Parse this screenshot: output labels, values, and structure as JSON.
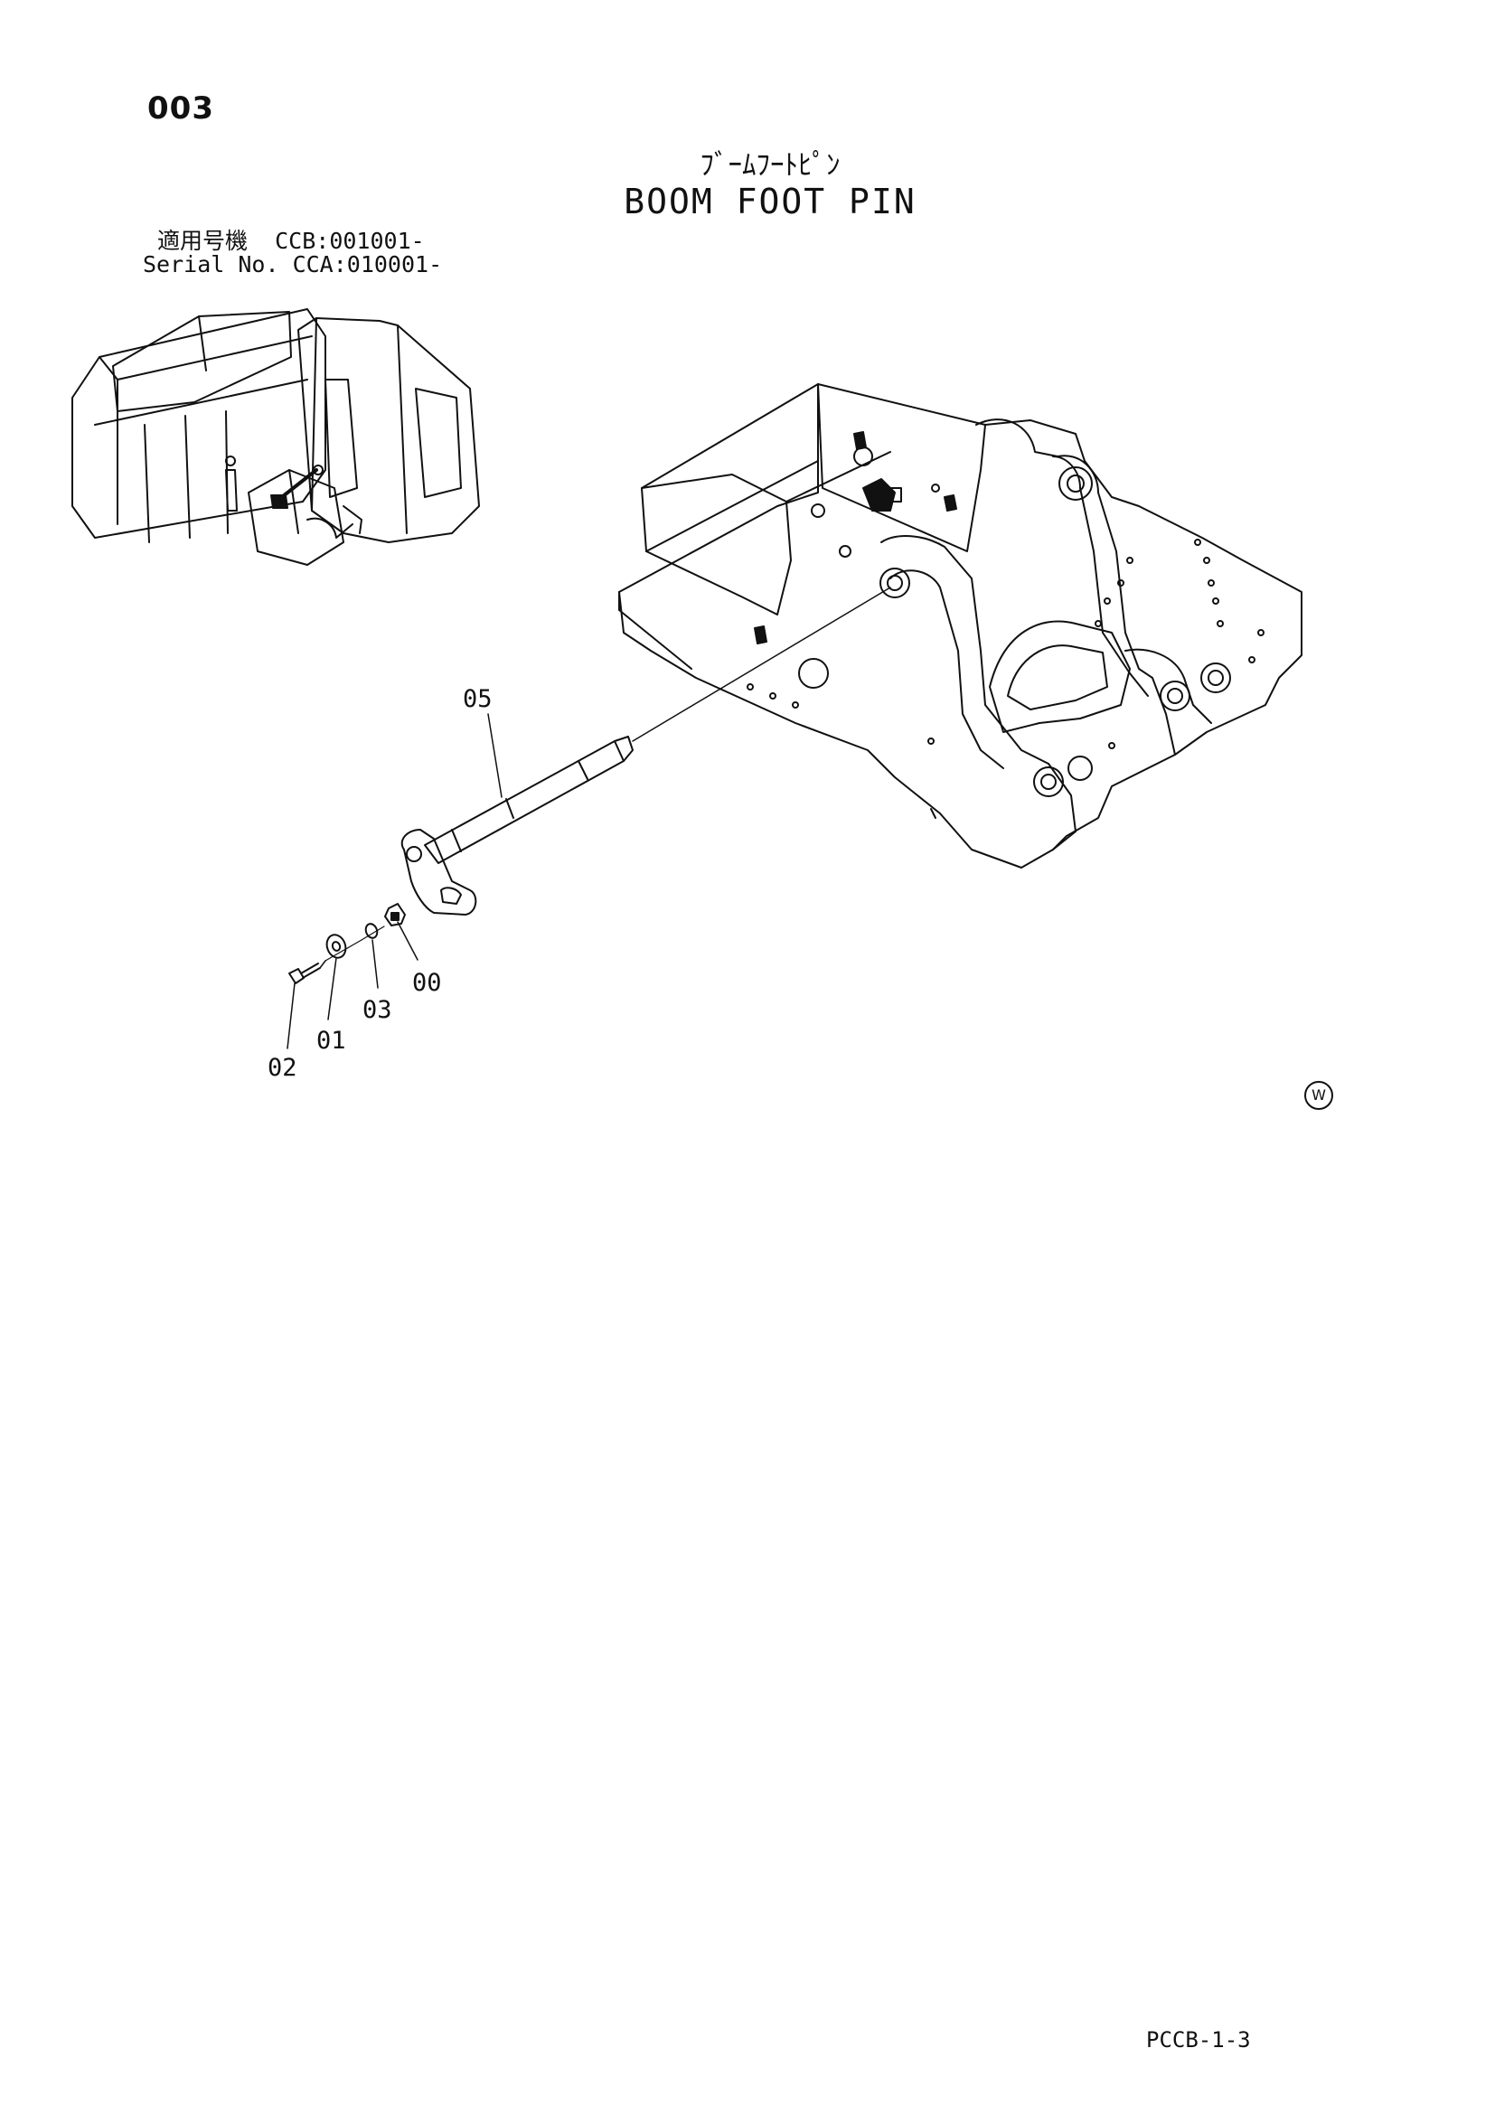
{
  "header": {
    "page_number": "003",
    "title_jp": "ﾌﾞｰﾑﾌｰﾄﾋﾟﾝ",
    "title_en": "BOOM FOOT PIN"
  },
  "serial": {
    "line1_label": "適用号機",
    "line1_value": "CCB:001001-",
    "line2_label": "Serial No.",
    "line2_value": "CCA:010001-"
  },
  "callouts": {
    "c05": "05",
    "c00": "00",
    "c03": "03",
    "c01": "01",
    "c02": "02"
  },
  "footer": {
    "doc_code": "PCCB-1-3",
    "mark": "W"
  }
}
